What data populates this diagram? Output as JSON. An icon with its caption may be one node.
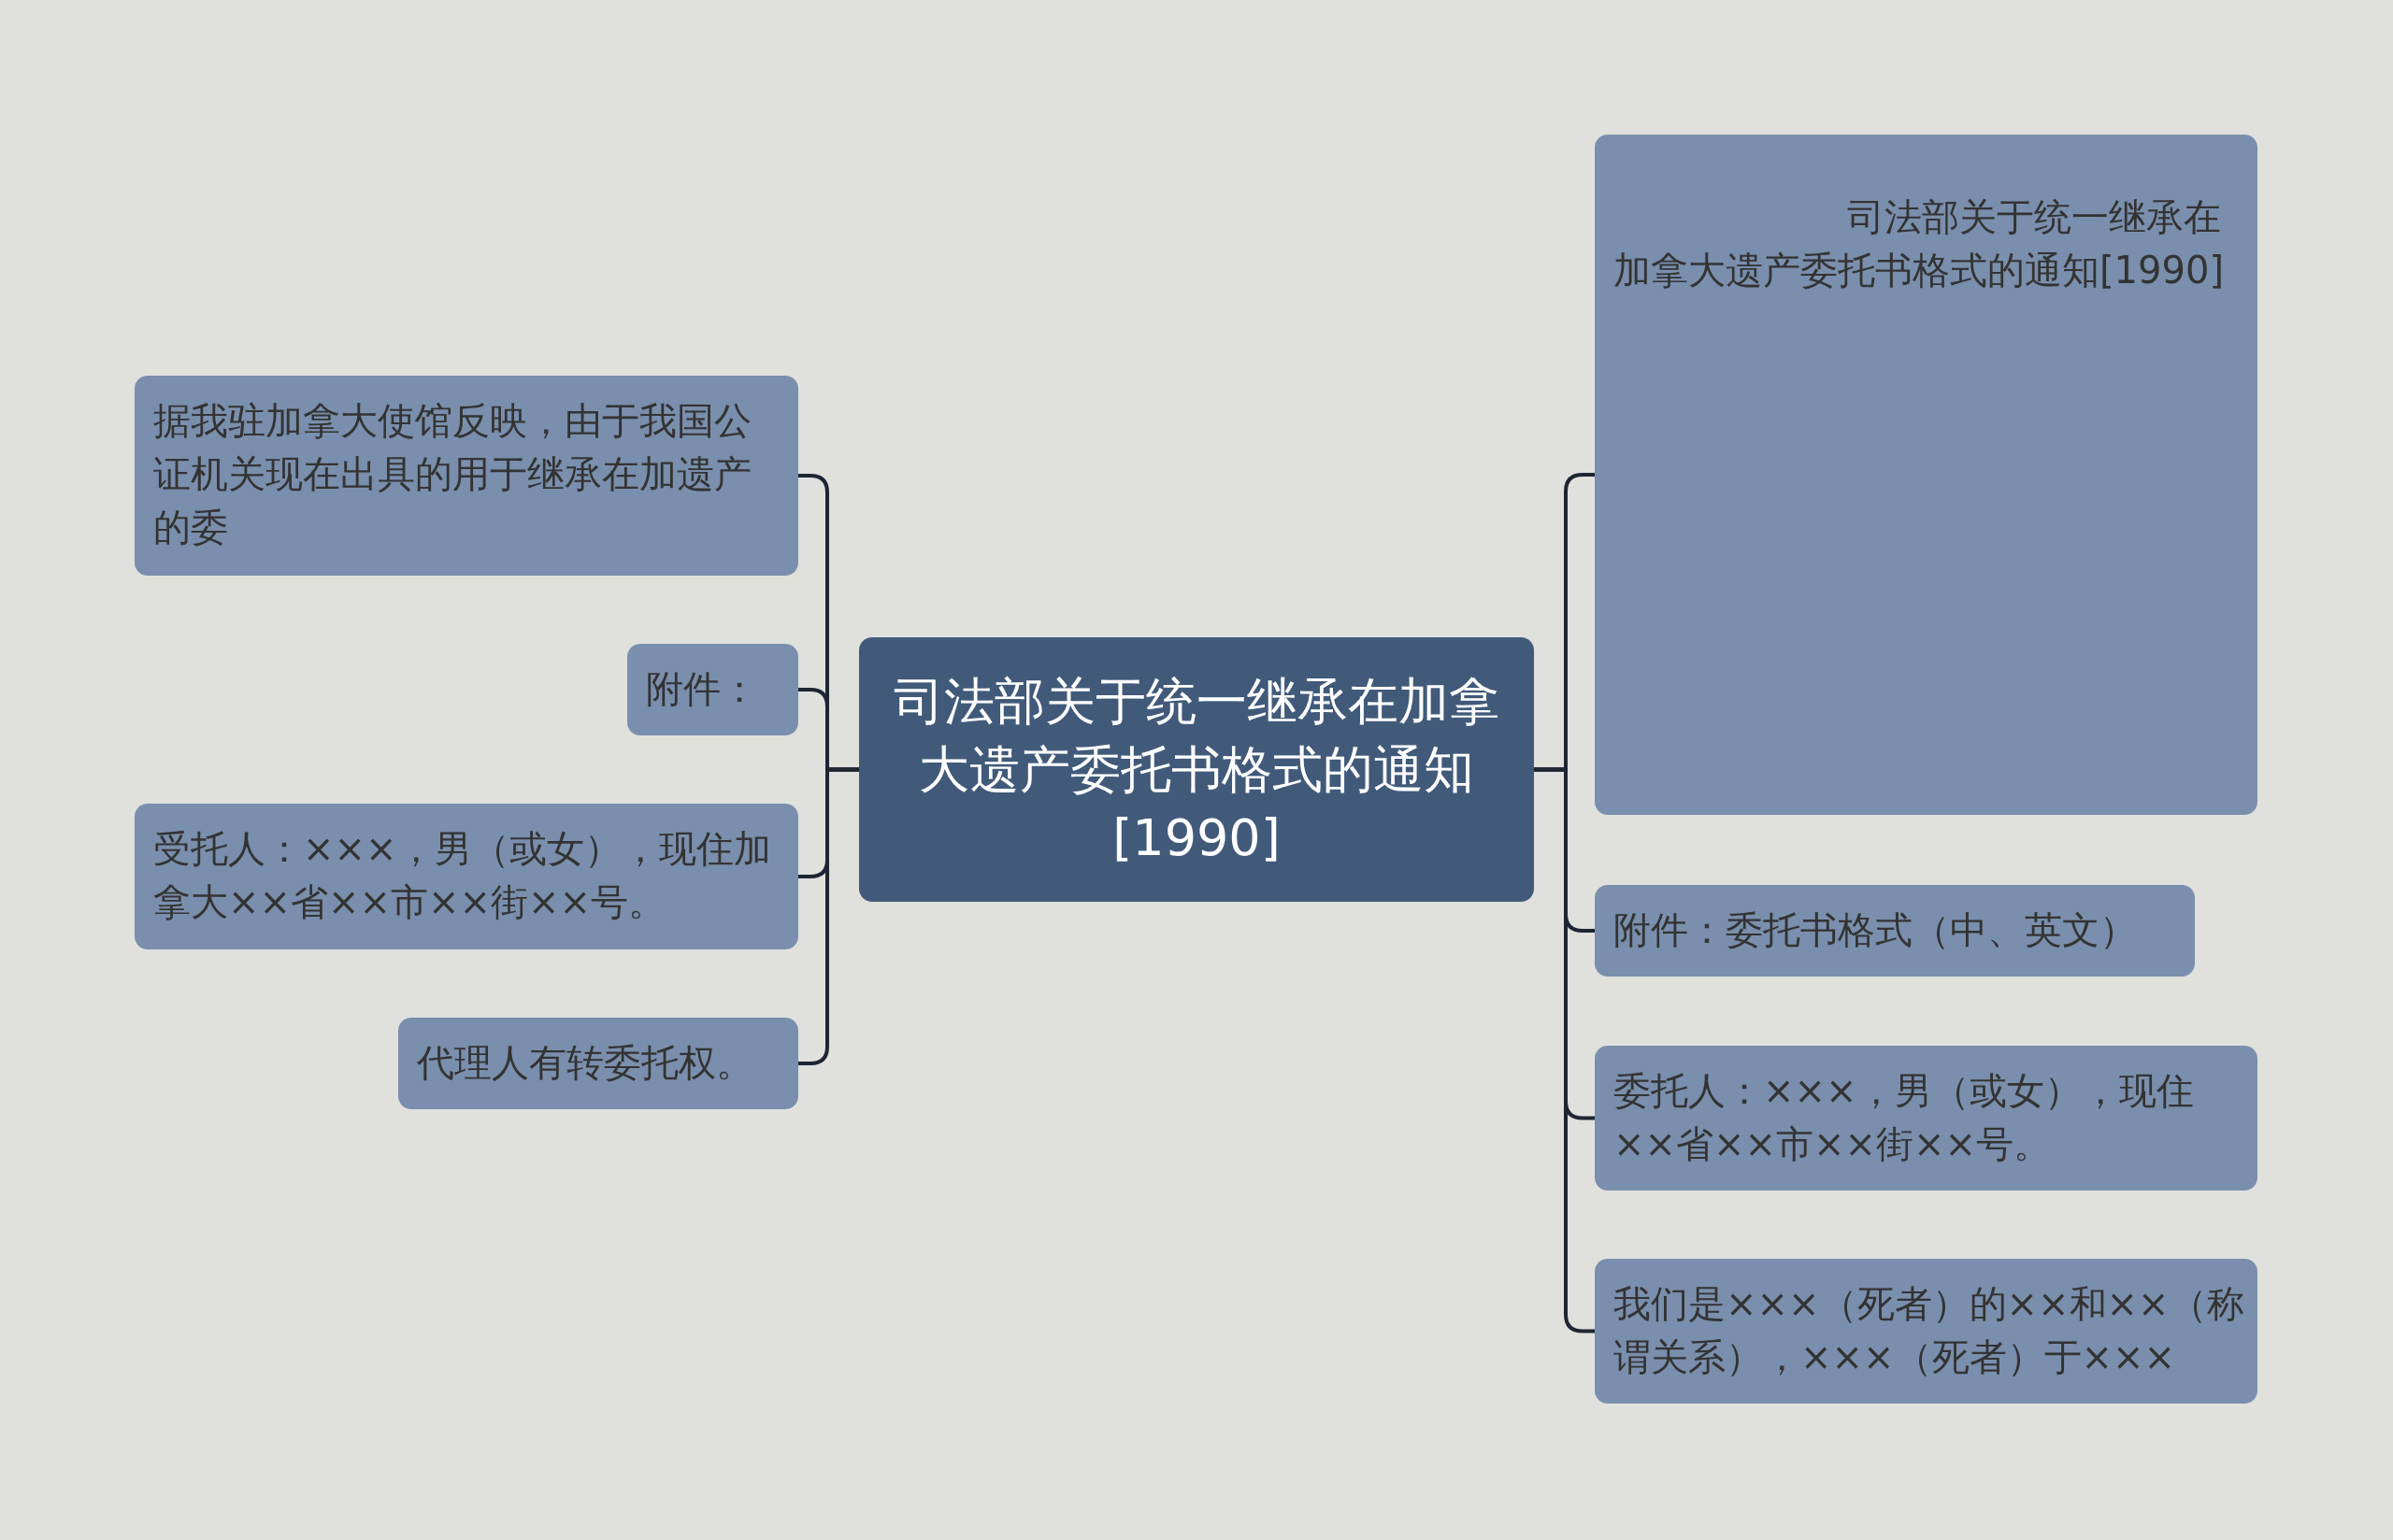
{
  "diagram": {
    "nodes": [
      {
        "text": [
          "司法部关于统一继承在加拿大遗产委托书格式的通知[1990]"
        ]
      },
      {
        "text": [
          "据我驻加拿大使馆反映，由于我国公证机关现在出具的用于继承在加遗产的委"
        ]
      },
      {
        "text": [
          "附件："
        ]
      },
      {
        "text": [
          "受托人：×××，男（或女），现住加拿大××省××市××街××号。"
        ]
      },
      {
        "text": [
          "代理人有转委托权。"
        ]
      },
      {
        "text": [
          "司法部关于统一继承在加拿大遗产委托书格式的通知[1990]"
        ]
      },
      {
        "text": [
          "附件：委托书格式（中、英文）"
        ]
      },
      {
        "text": [
          "委托人：×××，男（或女），现住××省××市××街××号。"
        ]
      },
      {
        "text": [
          "我们是×××（死者）的××和××（称谓关系），×××（死者）于×××"
        ]
      }
    ],
    "edges": [
      {
        "from": 0,
        "to": 1,
        "arrow": "none"
      },
      {
        "from": 0,
        "to": 2,
        "arrow": "none"
      },
      {
        "from": 0,
        "to": 3,
        "arrow": "none"
      },
      {
        "from": 0,
        "to": 4,
        "arrow": "none"
      },
      {
        "from": 0,
        "to": 5,
        "arrow": "none"
      },
      {
        "from": 0,
        "to": 6,
        "arrow": "none"
      },
      {
        "from": 0,
        "to": 7,
        "arrow": "none"
      },
      {
        "from": 0,
        "to": 8,
        "arrow": "none"
      }
    ]
  }
}
